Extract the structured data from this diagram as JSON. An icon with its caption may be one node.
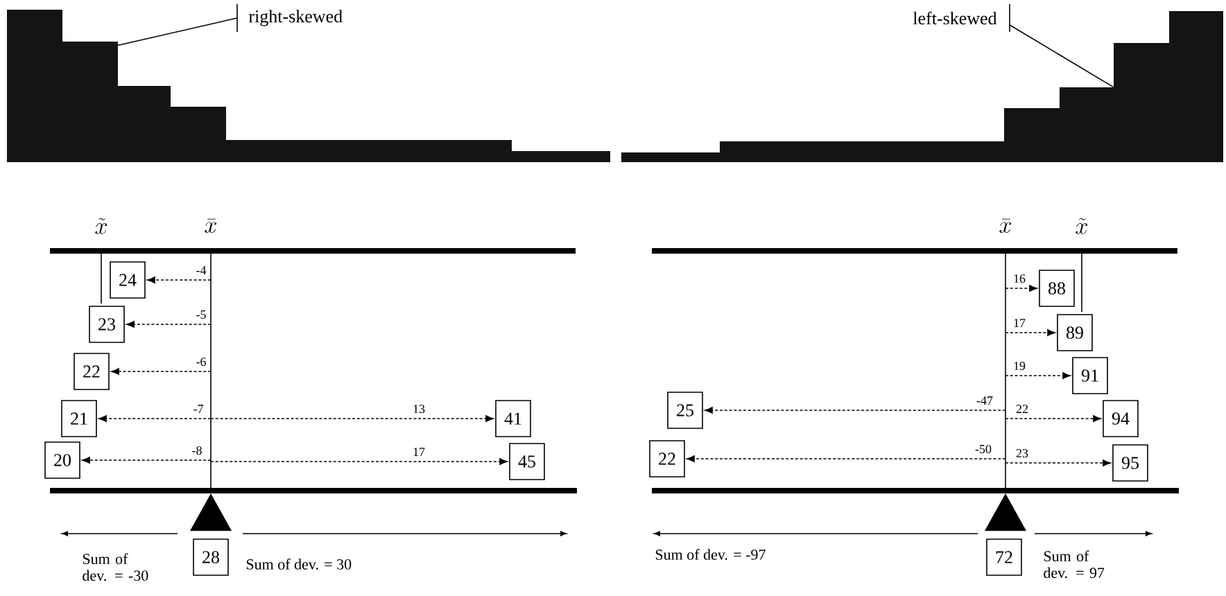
{
  "diagram": {
    "nodes": [
      {
        "text": [],
        "shape": "picture"
      },
      {
        "text": [
          "right-skewed"
        ]
      },
      {
        "text": [
          "left-skewed"
        ]
      },
      {
        "text": [],
        "shape": "picture"
      },
      {
        "text": [
          "24"
        ]
      },
      {
        "text": [
          "23"
        ]
      },
      {
        "text": [
          "22"
        ]
      },
      {
        "text": [
          "21"
        ]
      },
      {
        "text": [
          "41"
        ]
      },
      {
        "text": [
          "20"
        ]
      },
      {
        "text": [
          "45"
        ]
      },
      {
        "text": [
          "28"
        ]
      },
      {
        "text": [
          "88"
        ]
      },
      {
        "text": [
          "89"
        ]
      },
      {
        "text": [
          "91"
        ]
      },
      {
        "text": [
          "25"
        ]
      },
      {
        "text": [
          "94"
        ]
      },
      {
        "text": [
          "22"
        ]
      },
      {
        "text": [
          "95"
        ]
      },
      {
        "text": [
          "72"
        ]
      }
    ],
    "edges": [
      {
        "from": 1,
        "to": 0,
        "arrow": "none"
      },
      {
        "from": 2,
        "to": 3,
        "arrow": "none"
      },
      {
        "from": null,
        "to": 4,
        "arrow": "to",
        "label": "-4",
        "style": "dashed"
      },
      {
        "from": null,
        "to": 5,
        "arrow": "to",
        "label": "-5",
        "style": "dashed"
      },
      {
        "from": null,
        "to": 6,
        "arrow": "to",
        "label": "-6",
        "style": "dashed"
      },
      {
        "from": null,
        "to": 7,
        "arrow": "to",
        "label": "-7",
        "style": "dashed"
      },
      {
        "from": null,
        "to": 8,
        "arrow": "to",
        "label": "13",
        "style": "dashed"
      },
      {
        "from": null,
        "to": 9,
        "arrow": "to",
        "label": "-8",
        "style": "dashed"
      },
      {
        "from": null,
        "to": 10,
        "arrow": "to",
        "label": "17",
        "style": "dashed"
      },
      {
        "from": null,
        "to": 12,
        "arrow": "to",
        "label": "16",
        "style": "dashed"
      },
      {
        "from": null,
        "to": 13,
        "arrow": "to",
        "label": "17",
        "style": "dashed"
      },
      {
        "from": null,
        "to": 14,
        "arrow": "to",
        "label": "19",
        "style": "dashed"
      },
      {
        "from": null,
        "to": 15,
        "arrow": "to",
        "label": "-47",
        "style": "dashed"
      },
      {
        "from": null,
        "to": 16,
        "arrow": "to",
        "label": "22",
        "style": "dashed"
      },
      {
        "from": null,
        "to": 17,
        "arrow": "to",
        "label": "-50",
        "style": "dashed"
      },
      {
        "from": null,
        "to": 18,
        "arrow": "to",
        "label": "23",
        "style": "dashed"
      }
    ],
    "labels": [
      "\\tilde{x}",
      "\\bar{x}",
      "Sum of dev. = -30",
      "Sum of dev. = 30",
      "\\bar{x}",
      "\\tilde{x}",
      "Sum of dev. = -97",
      "Sum of dev. = 97"
    ]
  }
}
